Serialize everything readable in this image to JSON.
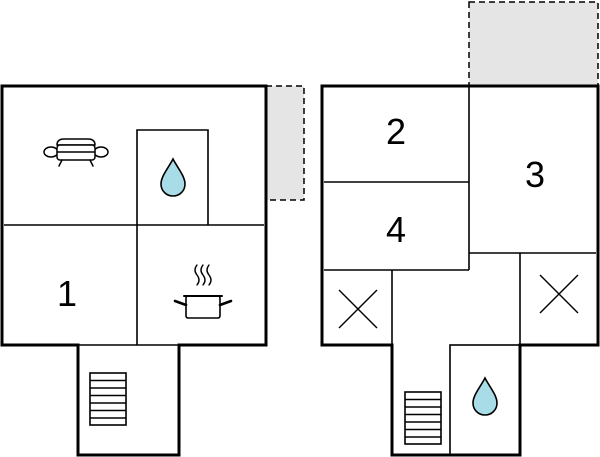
{
  "floor_plans": {
    "ground_floor": {
      "room_labels": [
        "1"
      ],
      "icons": [
        "sofa-icon",
        "shower-drop-icon",
        "cooking-pot-icon",
        "staircase-icon"
      ]
    },
    "upper_floor": {
      "room_labels": [
        "2",
        "3",
        "4"
      ],
      "icons": [
        "void-cross-icon",
        "void-cross-icon",
        "staircase-icon",
        "shower-drop-icon"
      ]
    },
    "colors": {
      "wall": "#000000",
      "water_fill": "#a8dde8",
      "outdoor_area": "#e5e5e5",
      "background": "#ffffff"
    }
  }
}
